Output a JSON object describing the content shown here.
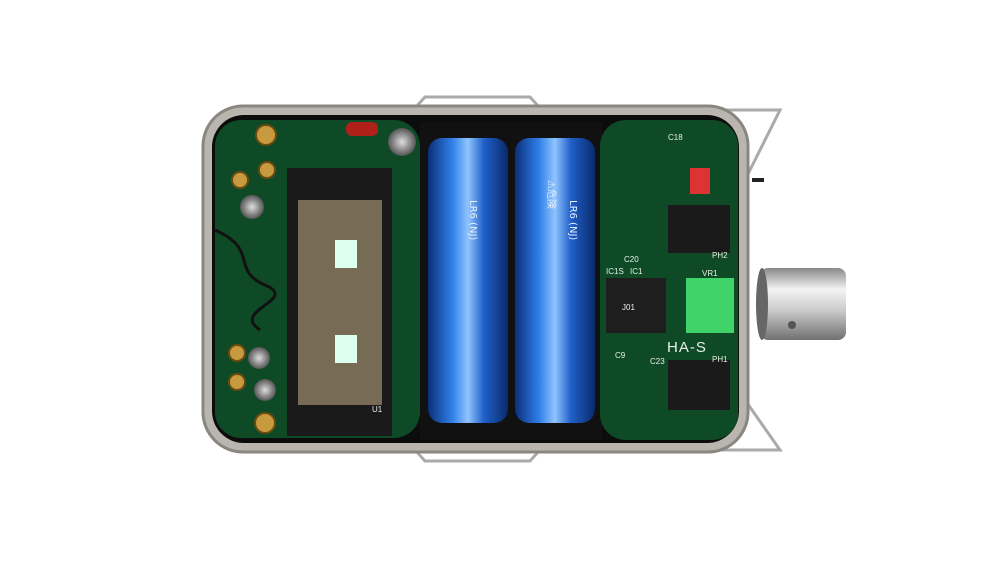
{
  "photo": {
    "subject": "headphone-amplifier-board-in-tin-case",
    "board_label": "HA-S",
    "silkscreen": {
      "ph1": "PH1",
      "ph2": "PH2",
      "ic1": "IC1",
      "ic1s": "IC1S",
      "c20": "C20",
      "c9": "C9",
      "c23": "C23",
      "vr1": "VR1",
      "c18": "C18",
      "u1": "U1"
    },
    "chip_marking": "J01",
    "battery_label": "LR6 (NJ)",
    "battery_warning": "⚠危険",
    "colors": {
      "pcb": "#0f4a26",
      "case": "#b9b6b0",
      "battery": "#1a5fc8",
      "pot": "#3fd36a"
    }
  }
}
